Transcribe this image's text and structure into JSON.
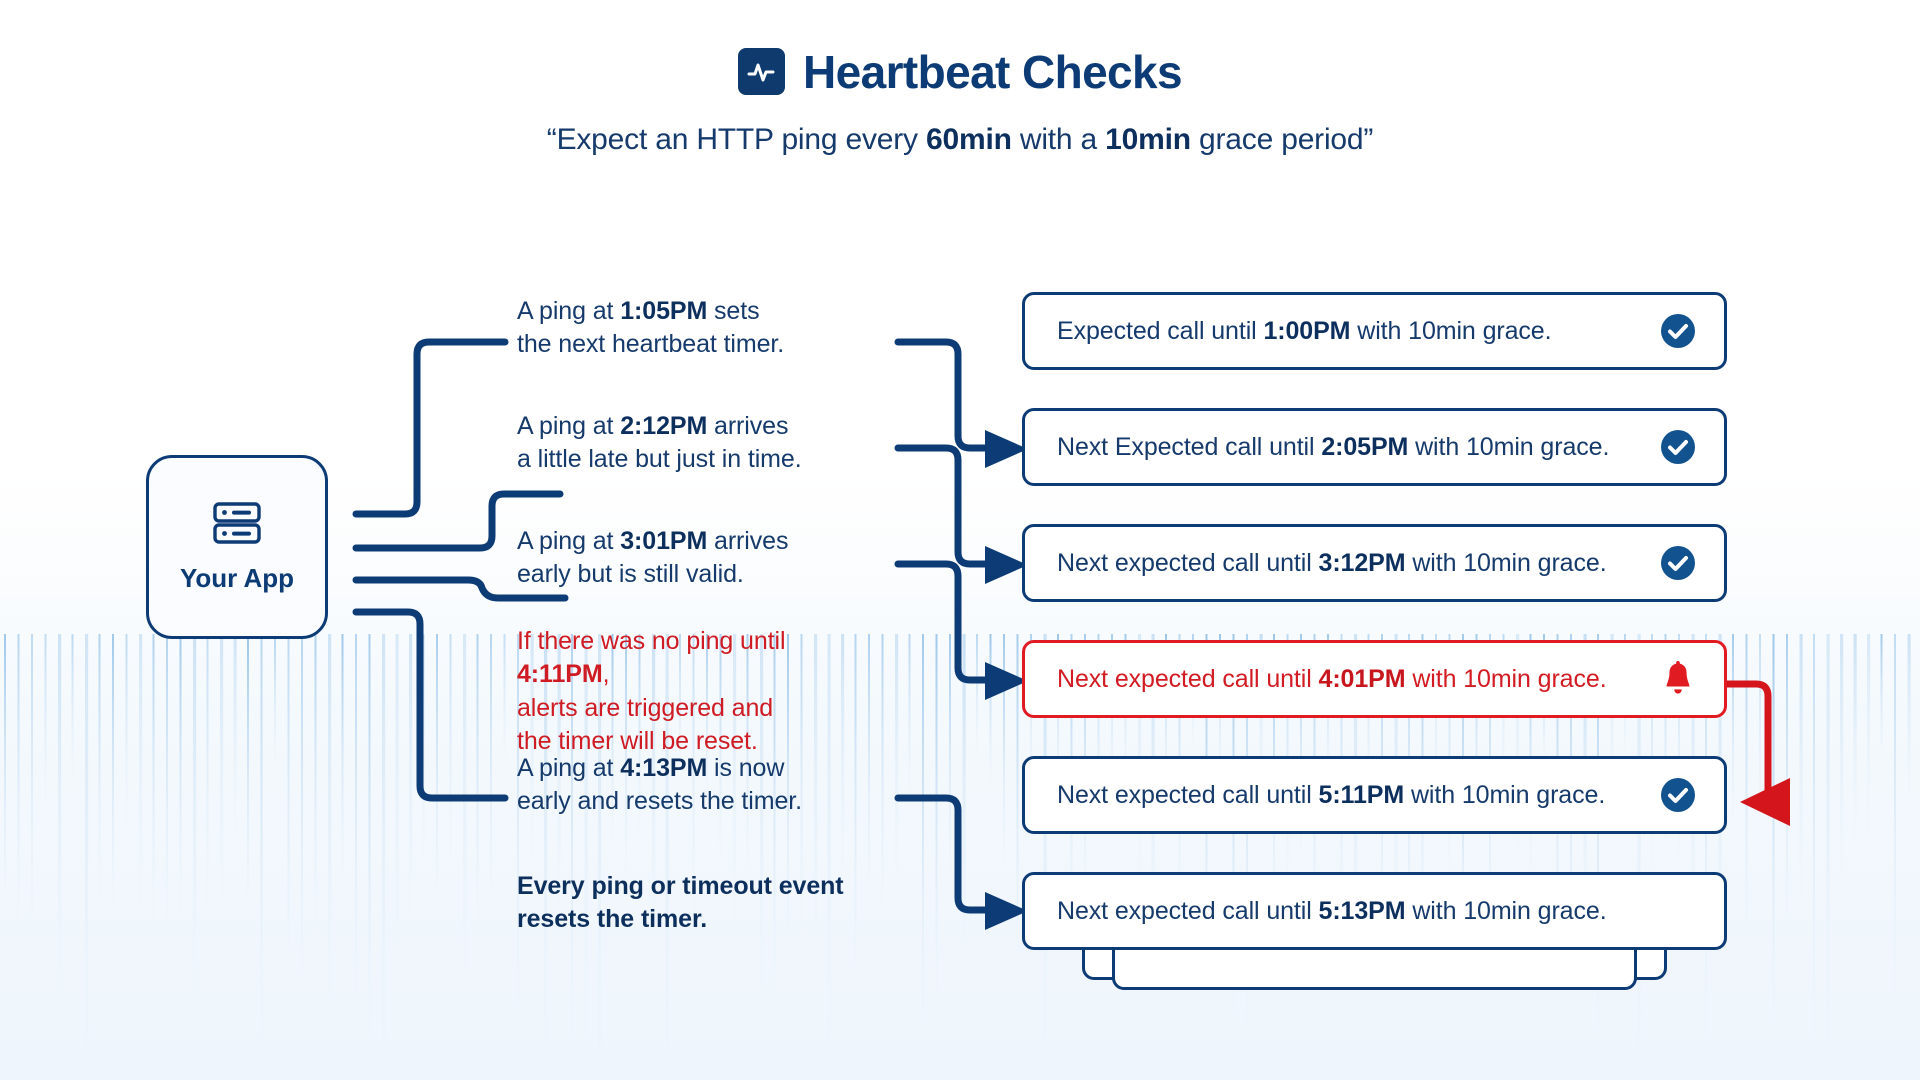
{
  "header": {
    "icon": "pulse-icon",
    "title": "Heartbeat Checks",
    "subtitle_parts": [
      {
        "t": "“Expect an HTTP ping every ",
        "b": false
      },
      {
        "t": "60min",
        "b": true
      },
      {
        "t": " with a ",
        "b": false
      },
      {
        "t": "10min",
        "b": true
      },
      {
        "t": " grace period”",
        "b": false
      }
    ]
  },
  "app_node": {
    "label": "Your App",
    "icon": "server-icon"
  },
  "steps": [
    {
      "id": "step-1",
      "tone": "normal",
      "parts": [
        {
          "t": "A ping at ",
          "b": false
        },
        {
          "t": "1:05PM",
          "b": true
        },
        {
          "t": " sets\nthe next heartbeat timer.",
          "b": false
        }
      ]
    },
    {
      "id": "step-2",
      "tone": "normal",
      "parts": [
        {
          "t": "A ping at ",
          "b": false
        },
        {
          "t": "2:12PM",
          "b": true
        },
        {
          "t": " arrives\na little late but just in time.",
          "b": false
        }
      ]
    },
    {
      "id": "step-3",
      "tone": "normal",
      "parts": [
        {
          "t": " A ping at ",
          "b": false
        },
        {
          "t": "3:01PM",
          "b": true
        },
        {
          "t": " arrives\n early but is still valid.",
          "b": false
        }
      ]
    },
    {
      "id": "step-4",
      "tone": "alert",
      "parts": [
        {
          "t": "If there was no ping until ",
          "b": false
        },
        {
          "t": "4:11PM",
          "b": true
        },
        {
          "t": ",\nalerts are triggered and\nthe timer will be reset.",
          "b": false
        }
      ]
    },
    {
      "id": "step-5",
      "tone": "normal",
      "parts": [
        {
          "t": "A ping at ",
          "b": false
        },
        {
          "t": "4:13PM",
          "b": true
        },
        {
          "t": " is now\nearly and resets the timer.",
          "b": false
        }
      ]
    },
    {
      "id": "step-6",
      "tone": "emph",
      "parts": [
        {
          "t": "Every ping or timeout event\nresets the timer.",
          "b": false
        }
      ]
    }
  ],
  "cards": [
    {
      "id": "card-1",
      "tone": "normal",
      "badge": "check-badge-icon",
      "parts": [
        {
          "t": "Expected call until ",
          "b": false
        },
        {
          "t": "1:00PM",
          "b": true
        },
        {
          "t": " with 10min grace.",
          "b": false
        }
      ]
    },
    {
      "id": "card-2",
      "tone": "normal",
      "badge": "check-badge-icon",
      "parts": [
        {
          "t": "Next Expected call until ",
          "b": false
        },
        {
          "t": "2:05PM",
          "b": true
        },
        {
          "t": " with 10min grace.",
          "b": false
        }
      ]
    },
    {
      "id": "card-3",
      "tone": "normal",
      "badge": "check-badge-icon",
      "parts": [
        {
          "t": "Next expected call until ",
          "b": false
        },
        {
          "t": "3:12PM",
          "b": true
        },
        {
          "t": " with 10min grace.",
          "b": false
        }
      ]
    },
    {
      "id": "card-4",
      "tone": "alert",
      "badge": "bell-icon",
      "parts": [
        {
          "t": "Next expected call until ",
          "b": false
        },
        {
          "t": "4:01PM",
          "b": true
        },
        {
          "t": " with 10min grace.",
          "b": false
        }
      ]
    },
    {
      "id": "card-5",
      "tone": "normal",
      "badge": "check-badge-icon",
      "parts": [
        {
          "t": "Next expected call until ",
          "b": false
        },
        {
          "t": "5:11PM",
          "b": true
        },
        {
          "t": " with 10min grace.",
          "b": false
        }
      ]
    },
    {
      "id": "card-6",
      "tone": "normal",
      "badge": "none",
      "parts": [
        {
          "t": "Next expected call until ",
          "b": false
        },
        {
          "t": "5:13PM",
          "b": true
        },
        {
          "t": " with 10min grace.",
          "b": false
        }
      ]
    }
  ],
  "colors": {
    "navy": "#0d3b75",
    "navy_text": "#153a6b",
    "alert_red": "#d21b22",
    "alert_border": "#e01b22",
    "bg_tint": "#eef5fc",
    "bar_blue": "#8fc0e8"
  }
}
